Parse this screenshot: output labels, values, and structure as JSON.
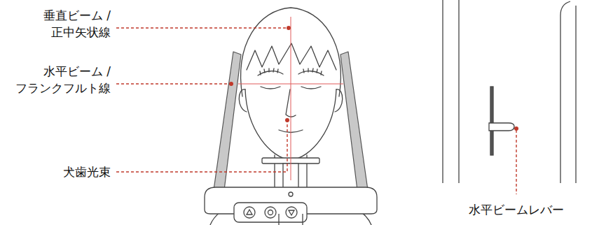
{
  "diagram": {
    "labels": [
      "垂直ビーム / 正中矢状線",
      "水平ビーム / フランクフルト線",
      "犬歯光束",
      "水平ビームレバー"
    ]
  }
}
